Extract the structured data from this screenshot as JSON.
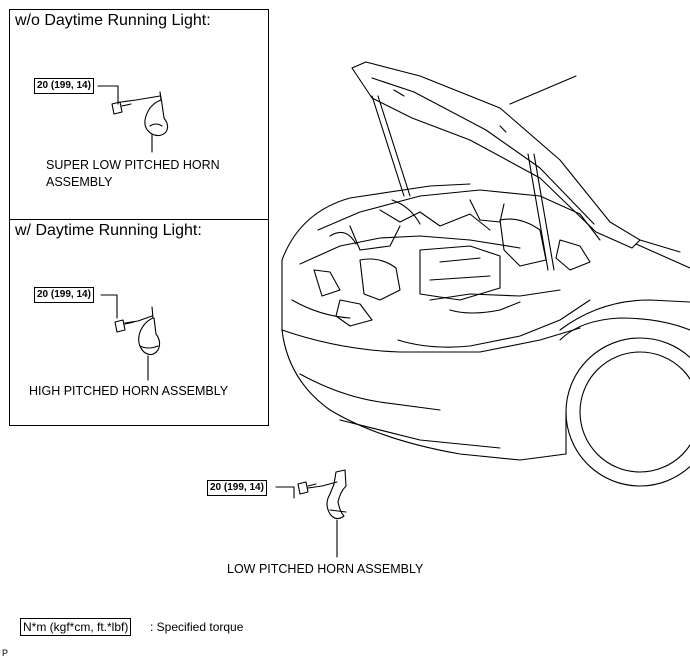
{
  "panels": {
    "top": {
      "title": "w/o Daytime Running Light:",
      "torque": "20 (199, 14)",
      "part_label_line1": "SUPER LOW PITCHED HORN",
      "part_label_line2": "ASSEMBLY"
    },
    "middle": {
      "title": "w/ Daytime Running Light:",
      "torque": "20 (199, 14)",
      "part_label": "HIGH PITCHED HORN ASSEMBLY"
    }
  },
  "main": {
    "torque": "20 (199, 14)",
    "part_label": "LOW PITCHED HORN ASSEMBLY"
  },
  "legend": {
    "unit_box": "N*m (kgf*cm, ft.*lbf)",
    "description": ": Specified torque"
  },
  "corner_mark": "P"
}
